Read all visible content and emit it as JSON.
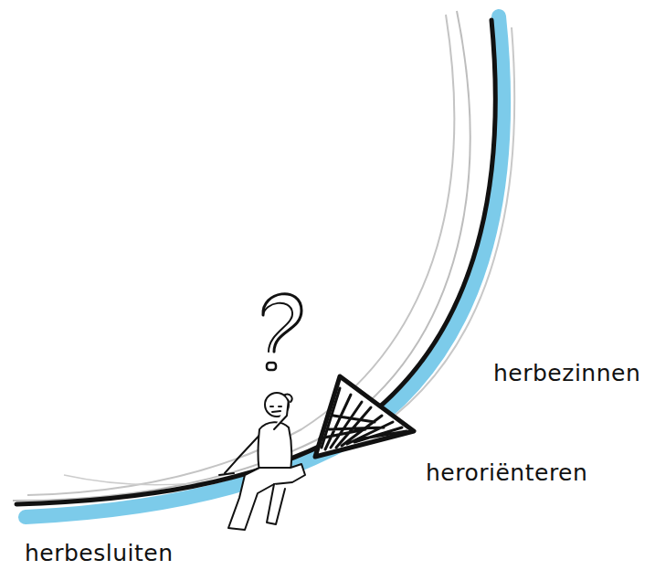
{
  "diagram": {
    "labels": [
      "herbezinnen",
      "heroriënteren",
      "herbesluiten"
    ]
  }
}
